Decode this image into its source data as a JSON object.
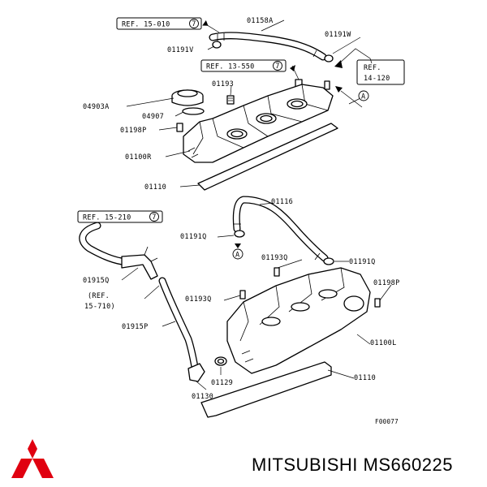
{
  "refs": {
    "ref_15_010": "REF. 15-010",
    "ref_13_550": "REF. 13-550",
    "ref_14_120_line1": "REF.",
    "ref_14_120_line2": "14-120",
    "ref_15_210": "REF. 15-210",
    "ref_15_710_line1": "(REF.",
    "ref_15_710_line2": "15-710)",
    "circled_num": "7",
    "marker_a": "A"
  },
  "parts": {
    "p01158A": "01158A",
    "p01191W": "01191W",
    "p01191V": "01191V",
    "p01193_top": "01193",
    "p04903A": "04903A",
    "p04907": "04907",
    "p01198P_top": "01198P",
    "p01100R": "01100R",
    "p01110_top": "01110",
    "p01116": "01116",
    "p01191Q_left": "01191Q",
    "p01193Q_top": "01193Q",
    "p01191Q_right": "01191Q",
    "p01915Q": "01915Q",
    "p01198P_right": "01198P",
    "p01193Q_left": "01193Q",
    "p01915P": "01915P",
    "p01100L": "01100L",
    "p01110_bottom": "01110",
    "p01129": "01129",
    "p01130": "01130"
  },
  "figure_code": "F00077",
  "brand_text": "MITSUBISHI MS660225",
  "logo_name": "mitsubishi-three-diamonds-logo"
}
